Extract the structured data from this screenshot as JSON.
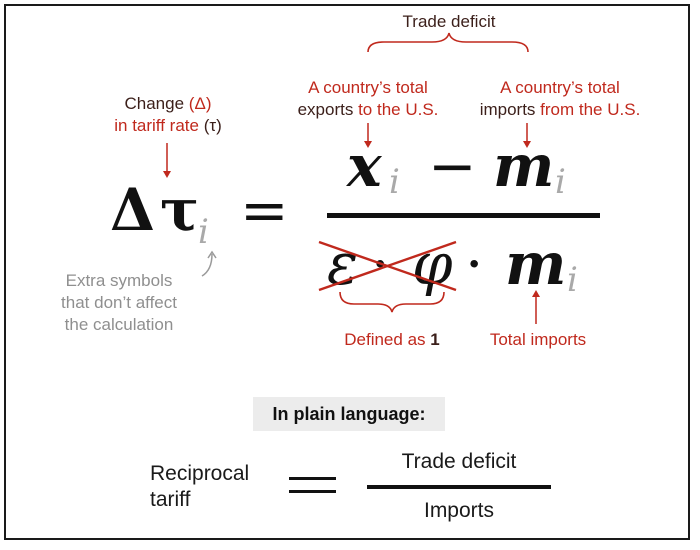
{
  "labels": {
    "trade_deficit": "Trade deficit",
    "exports_line1": "A country’s total",
    "exports_line2_a": "exports",
    "exports_line2_b": "to the U.S.",
    "imports_line1": "A country’s total",
    "imports_line2_a": "imports",
    "imports_line2_b": "from the U.S.",
    "change_line1_a": "Change",
    "change_line1_b": "(Δ)",
    "change_line2_a": "in tariff rate",
    "change_line2_b": "(τ)",
    "extra_line1": "Extra symbols",
    "extra_line2": "that don’t affect",
    "extra_line3": "the calculation",
    "defined_as": "Defined as",
    "defined_value": "1",
    "total_imports": "Total imports"
  },
  "formula": {
    "delta": "Δ",
    "tau": "τ",
    "sub_i": "i",
    "equals": "=",
    "x": "x",
    "minus": "−",
    "m": "m",
    "epsilon": "ε",
    "dot": "·",
    "phi": "φ"
  },
  "plain_language": {
    "title": "In plain language:",
    "lhs_line1": "Reciprocal",
    "lhs_line2": "tariff",
    "equals": "=",
    "numerator": "Trade deficit",
    "denominator": "Imports"
  },
  "colors": {
    "accent": "#c0291d",
    "dark_annotation": "#3b1f1a",
    "subscript_gray": "#a9a9a9",
    "note_gray": "#8f8f8f",
    "plain_box": "#ececec"
  }
}
